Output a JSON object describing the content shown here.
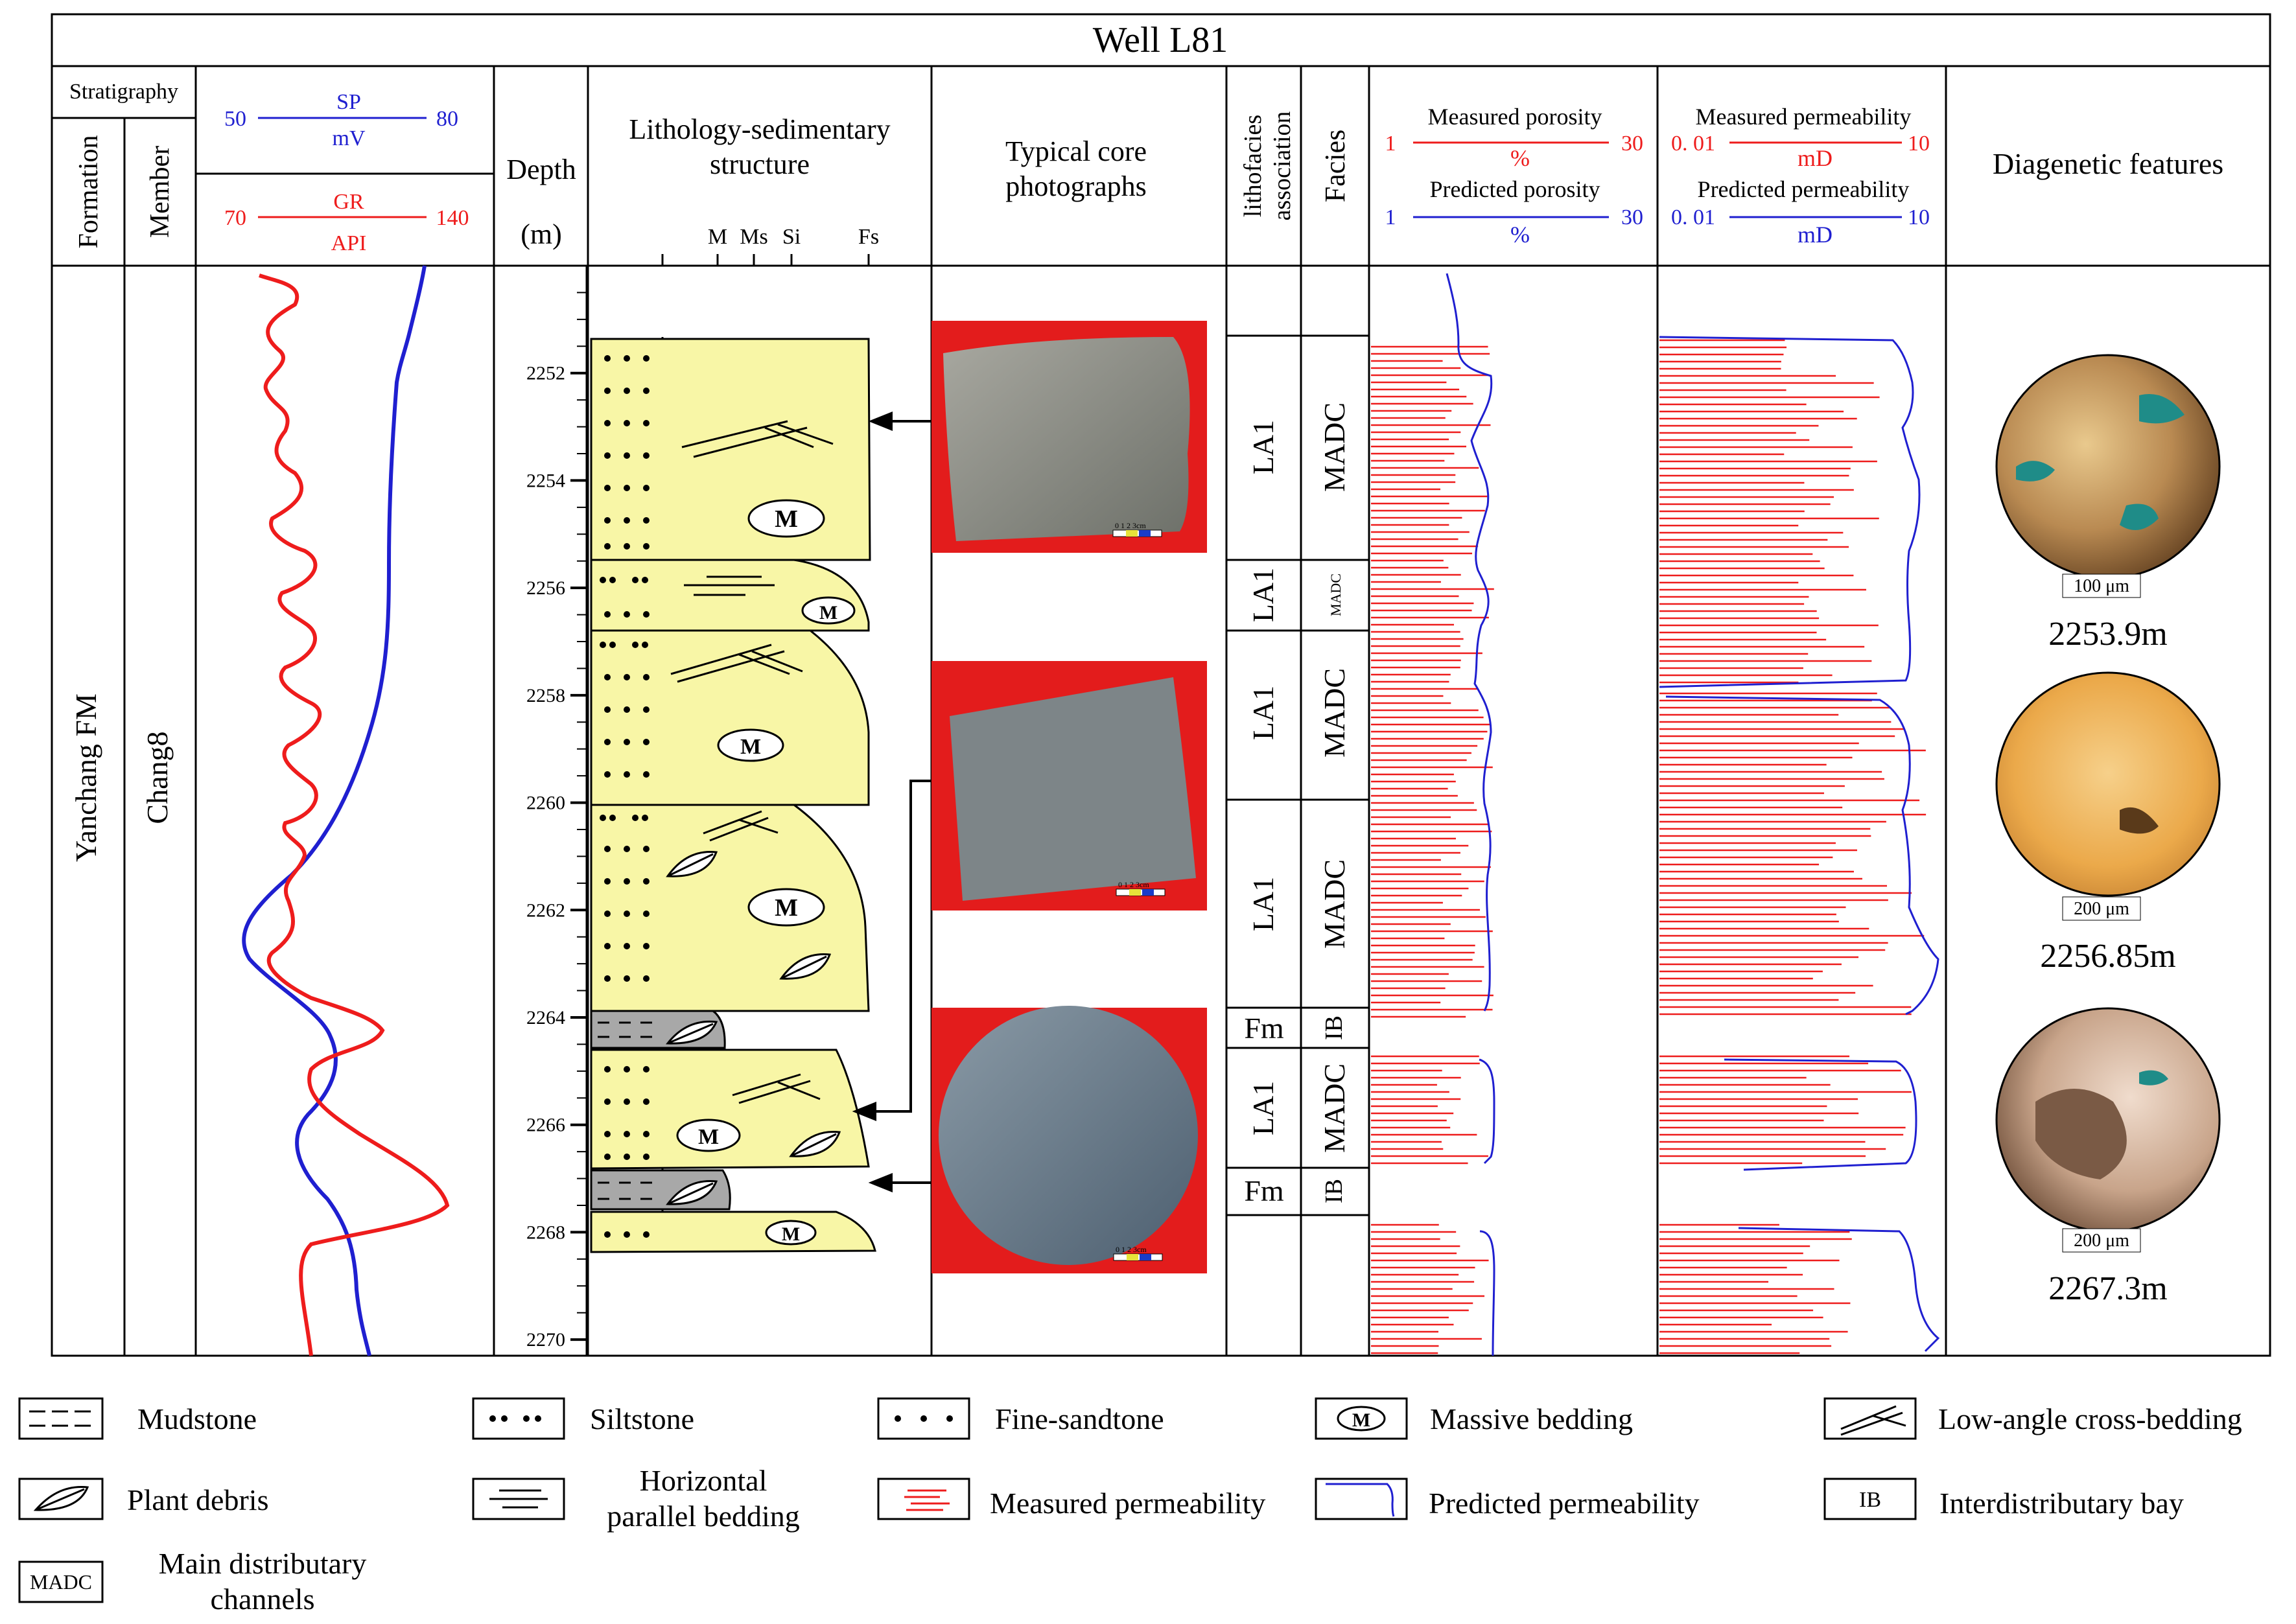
{
  "title": "Well L81",
  "headers": {
    "stratigraphy": "Stratigraphy",
    "formation": "Formation",
    "member": "Member",
    "sp": {
      "name": "SP",
      "unit": "mV",
      "min": "50",
      "max": "80"
    },
    "gr": {
      "name": "GR",
      "unit": "API",
      "min": "70",
      "max": "140"
    },
    "depth": "Depth",
    "depth_unit": "(m)",
    "lithology_line1": "Lithology-sedimentary",
    "lithology_line2": "structure",
    "grain_sizes": [
      "M",
      "Ms",
      "Si",
      "Fs"
    ],
    "core_line1": "Typical core",
    "core_line2": "photographs",
    "lithofacies_line1": "lithofacies",
    "lithofacies_line2": "association",
    "facies": "Facies",
    "measured_porosity": "Measured porosity",
    "predicted_porosity": "Predicted porosity",
    "porosity_unit": "%",
    "porosity_min": "1",
    "porosity_max": "30",
    "measured_permeability": "Measured permeability",
    "predicted_permeability": "Predicted permeability",
    "permeability_unit": "mD",
    "permeability_min": "0. 01",
    "permeability_max": "10",
    "diagenetic": "Diagenetic features"
  },
  "formation_name": "Yanchang FM",
  "member_name": "Chang8",
  "depth_ticks": [
    "2252",
    "2254",
    "2256",
    "2258",
    "2260",
    "2262",
    "2264",
    "2266",
    "2268",
    "2270"
  ],
  "depth_range_m": [
    2250.0,
    2270.3
  ],
  "units": [
    {
      "lithofacies": "LA1",
      "facies": "MADC"
    },
    {
      "lithofacies": "LA1",
      "facies": "MADC"
    },
    {
      "lithofacies": "LA1",
      "facies": "MADC"
    },
    {
      "lithofacies": "LA1",
      "facies": "MADC"
    },
    {
      "lithofacies": "Fm",
      "facies": "IB"
    },
    {
      "lithofacies": "LA1",
      "facies": "MADC"
    },
    {
      "lithofacies": "Fm",
      "facies": "IB"
    }
  ],
  "core_photos": [
    {
      "scale_label": "0  1  2  3cm"
    },
    {
      "scale_label": "0  1  2  3cm"
    },
    {
      "scale_label": "0  1  2  3cm"
    }
  ],
  "thin_sections": [
    {
      "depth": "2253.9m",
      "scale": "100 μm"
    },
    {
      "depth": "2256.85m",
      "scale": "200 μm"
    },
    {
      "depth": "2267.3m",
      "scale": "200 μm"
    }
  ],
  "legend": {
    "mudstone": "Mudstone",
    "siltstone": "Siltstone",
    "fine_sandstone": "Fine-sandtone",
    "massive_bedding": "Massive bedding",
    "low_angle": "Low-angle cross-bedding",
    "plant_debris": "Plant debris",
    "horizontal_line1": "Horizontal",
    "horizontal_line2": "parallel bedding",
    "measured_perm": "Measured permeability",
    "predicted_perm": "Predicted permeability",
    "ib_symbol": "IB",
    "ib_text": "Interdistributary bay",
    "madc_symbol": "MADC",
    "madc_line1": "Main distributary",
    "madc_line2": "channels",
    "massive_symbol": "M"
  },
  "colors": {
    "sp_curve": "#1f1fd0",
    "gr_curve": "#ee1c1c",
    "sandstone_fill": "#f8f6a6",
    "mudstone_fill": "#a8a8a8",
    "core_background": "#e31c1c"
  }
}
